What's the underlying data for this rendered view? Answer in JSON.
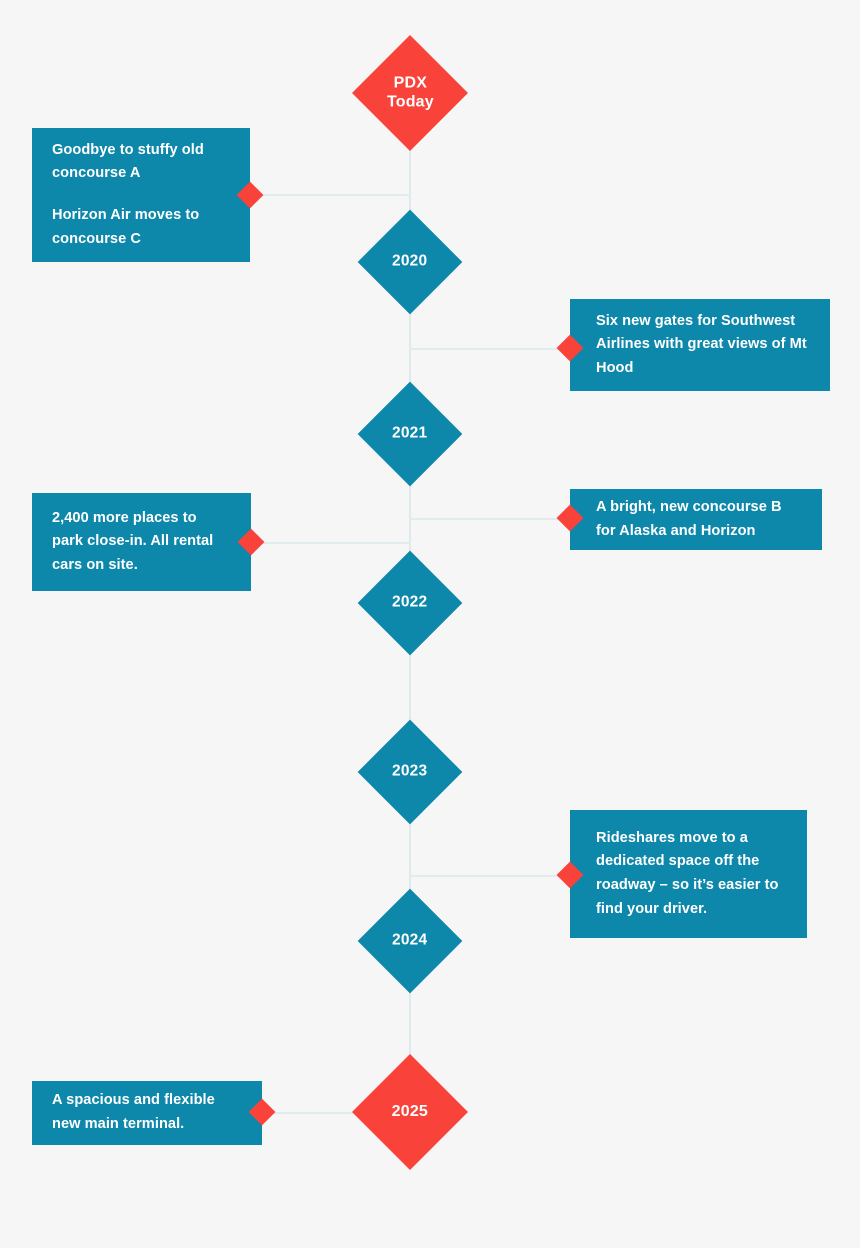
{
  "colors": {
    "background": "#f6f6f6",
    "teal": "#0d87aa",
    "red": "#f9423a",
    "line": "#e1ecee",
    "text_on_fill": "#ffffff"
  },
  "title_node": {
    "label": "PDX\nToday",
    "color": "red"
  },
  "nodes": [
    {
      "label": "2020",
      "color": "teal"
    },
    {
      "label": "2021",
      "color": "teal"
    },
    {
      "label": "2022",
      "color": "teal"
    },
    {
      "label": "2023",
      "color": "teal"
    },
    {
      "label": "2024",
      "color": "teal"
    },
    {
      "label": "2025",
      "color": "red"
    }
  ],
  "cards": [
    {
      "side": "left",
      "paragraphs": [
        "Goodbye to stuffy old concourse A",
        "Horizon Air moves to concourse C"
      ]
    },
    {
      "side": "right",
      "paragraphs": [
        "Six new gates for Southwest Airlines with great views of Mt Hood"
      ]
    },
    {
      "side": "right",
      "paragraphs": [
        "A bright, new concourse B for Alaska and Horizon"
      ]
    },
    {
      "side": "left",
      "paragraphs": [
        "2,400 more places to park close-in. All rental cars on site."
      ]
    },
    {
      "side": "right",
      "paragraphs": [
        "Rideshares move to a dedicated space off the roadway – so it’s easier to find your driver."
      ]
    },
    {
      "side": "left",
      "paragraphs": [
        "A spacious and flexible new main terminal."
      ]
    }
  ]
}
